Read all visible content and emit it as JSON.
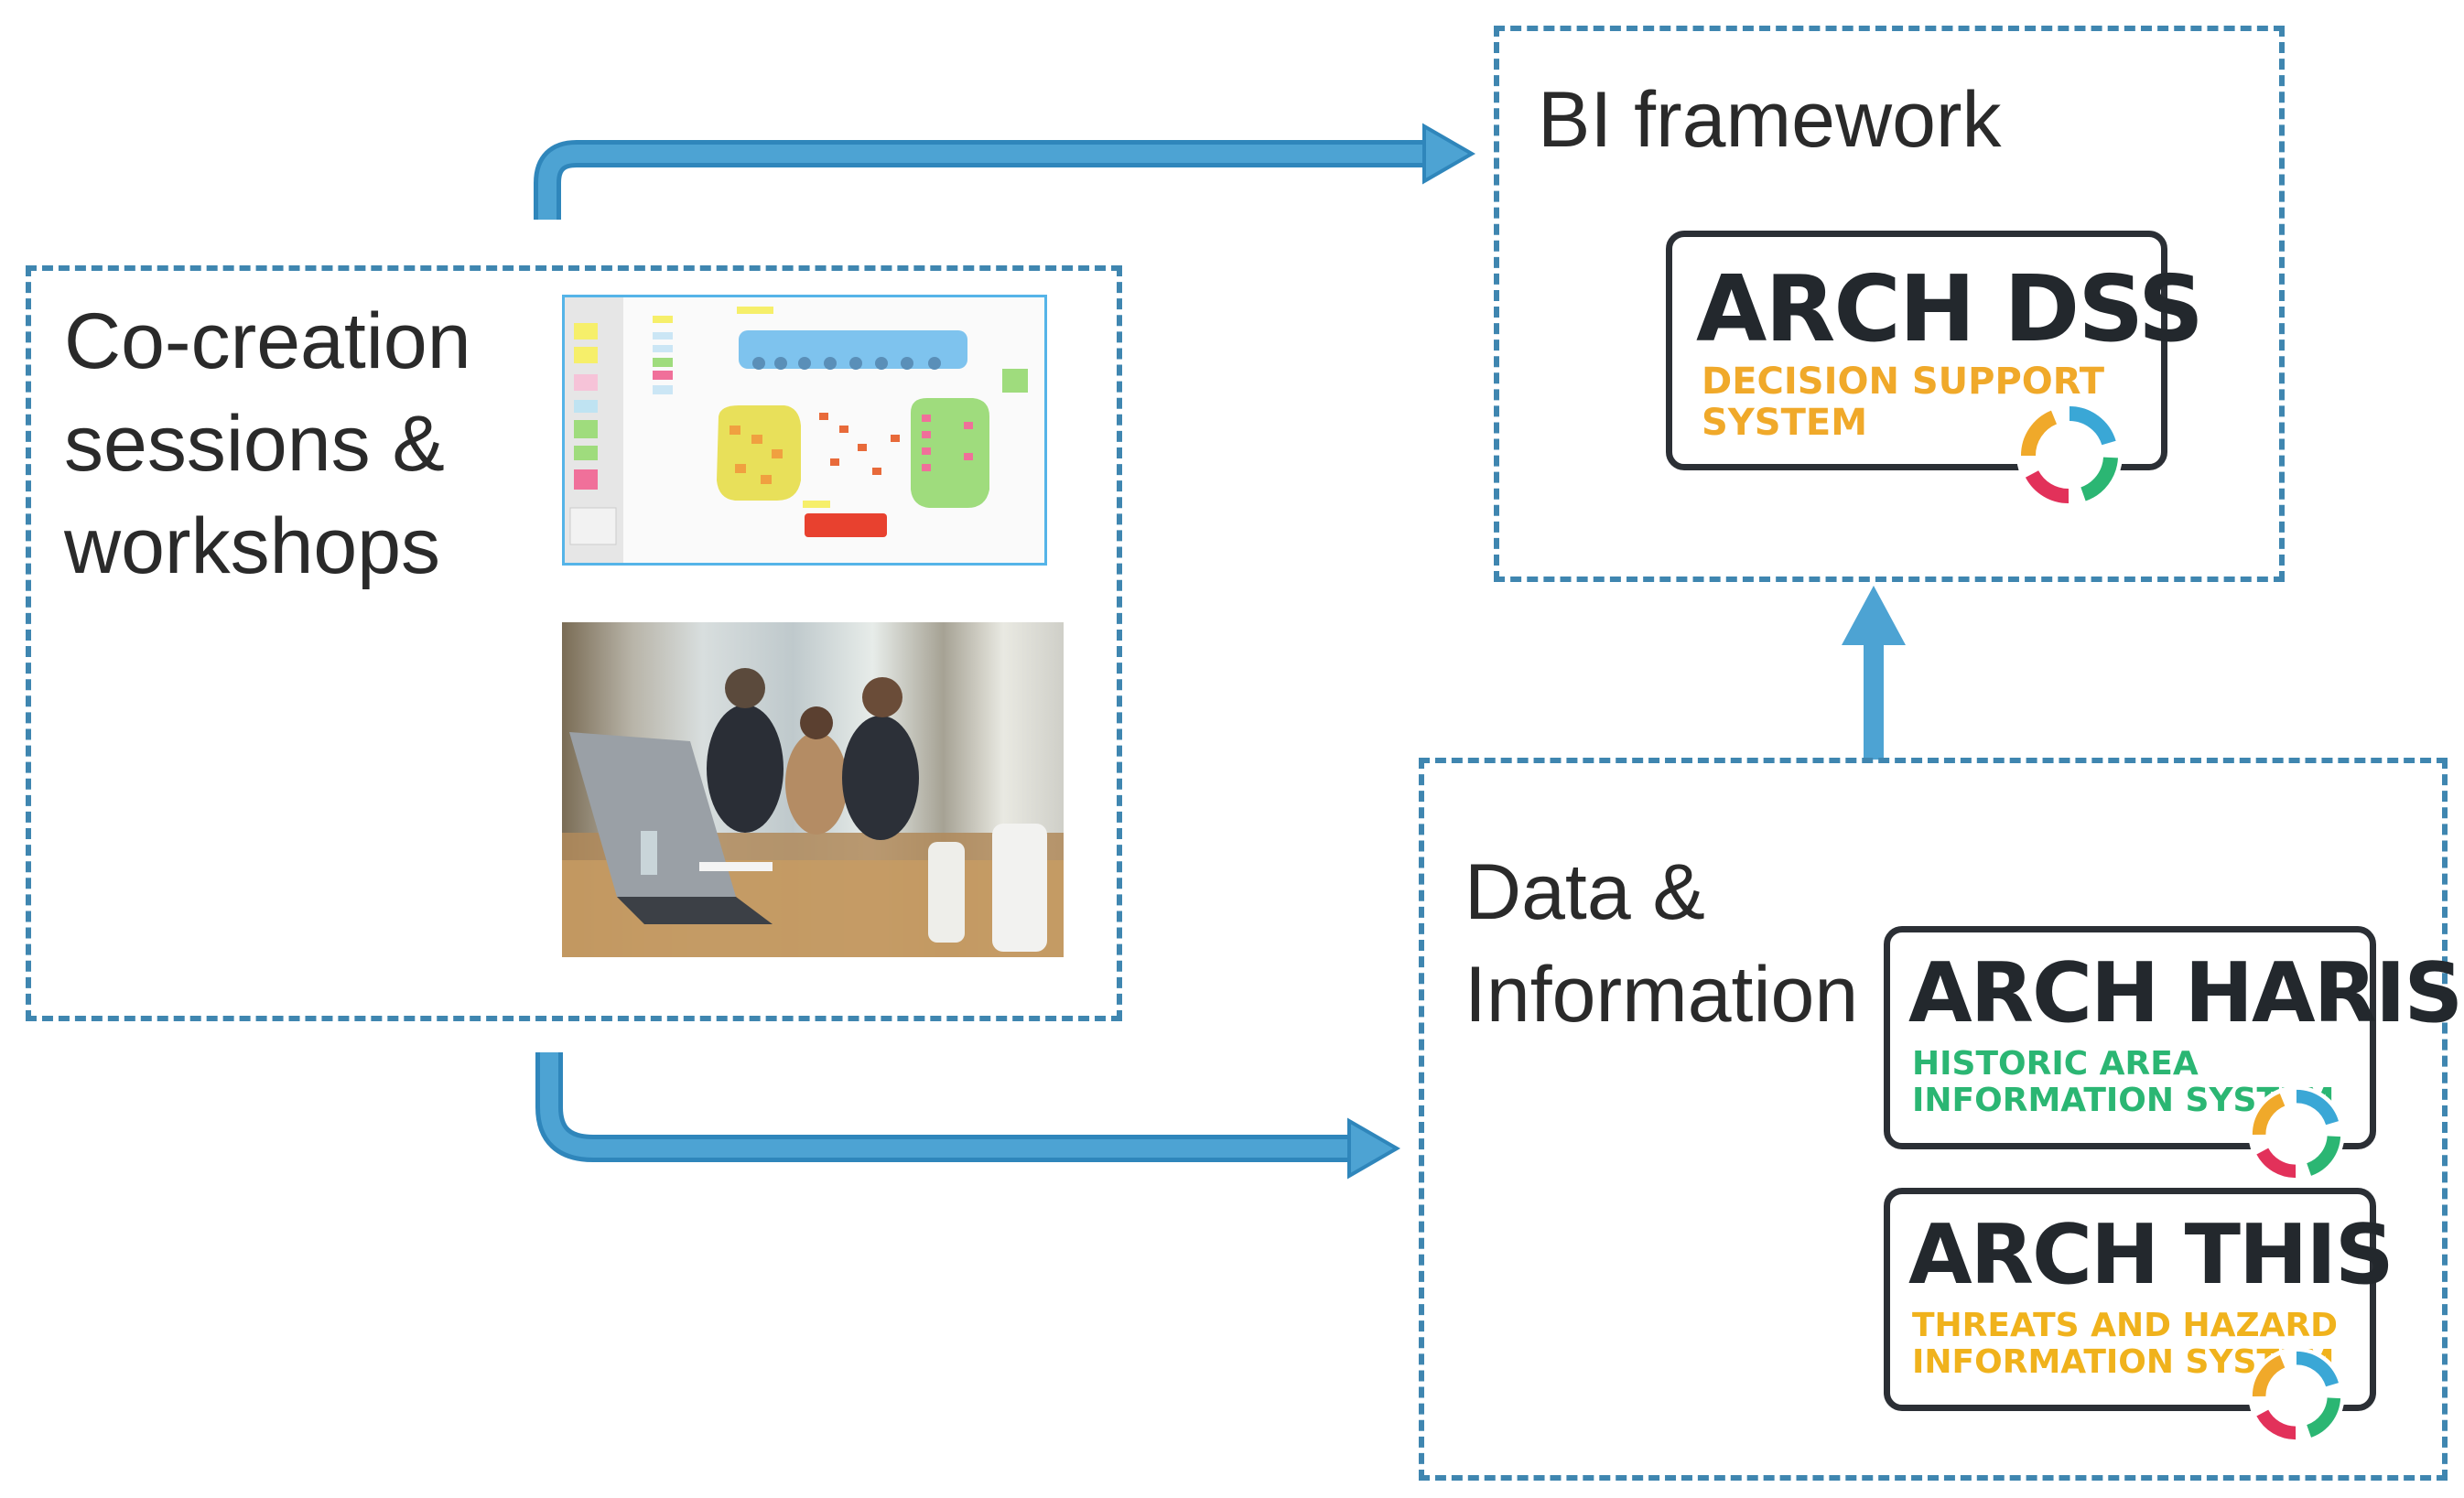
{
  "cocreation": {
    "label_lines": [
      "Co-creation",
      "sessions &",
      "workshops"
    ]
  },
  "bi": {
    "label": "BI framework"
  },
  "data_info": {
    "label_lines": [
      "Data &",
      "Information"
    ]
  },
  "logos": {
    "dss": {
      "title": "ARCH DSS",
      "sub_lines": [
        "DECISION SUPPORT",
        "SYSTEM"
      ],
      "sub_color": "#f0a92a"
    },
    "haris": {
      "title": "ARCH HARIS",
      "sub_lines": [
        "HISTORIC AREA",
        "INFORMATION SYSTEM"
      ],
      "sub_color": "#2bb673"
    },
    "this": {
      "title": "ARCH THIS",
      "sub_lines": [
        "THREATS AND HAZARD",
        "INFORMATION SYSTEM"
      ],
      "sub_color": "#f0b21c"
    }
  },
  "colors": {
    "arrow": "#4da3d3",
    "arrow_outline": "#2f86bb",
    "dashed_border": "#3f86b0",
    "ring": [
      "#3aa7d6",
      "#2bb673",
      "#e2315a",
      "#f0a92a"
    ]
  }
}
